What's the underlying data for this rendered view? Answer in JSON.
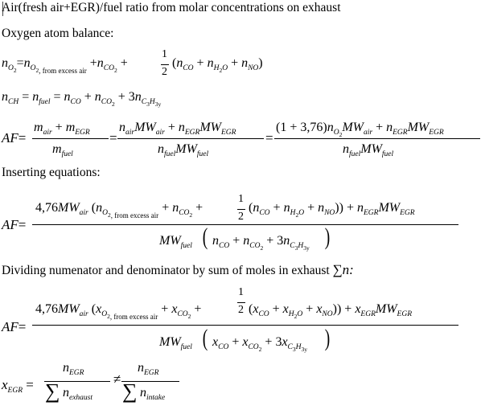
{
  "doc": {
    "title": "Air(fresh air+EGR)/fuel ratio from molar concentrations on exhaust",
    "section_oxygen": "Oxygen atom balance:",
    "section_inserting": "Inserting equations:",
    "section_dividing": "Dividing numenator and denominator by sum of moles in exhaust",
    "dividing_symbol": "∑n:"
  },
  "eq": {
    "n": "n",
    "O2_sub": "O",
    "two": "2",
    "excess_label": ", from excess air",
    "CO": "CO",
    "CO2": "CO",
    "H2O_a": "H",
    "H2O_b": "O",
    "NO": "NO",
    "CH": "CH",
    "fuel": "fuel",
    "air": "air",
    "EGR": "EGR",
    "AF": "AF",
    "m": "m",
    "MW": "MW",
    "coef_1376": "(1 + 3,76)",
    "coef_476": "4,76",
    "three": "3",
    "C3H3y": "C",
    "C3H3y_a": "3",
    "C3H3y_b": "H",
    "C3H3y_c": "3y",
    "half_num": "1",
    "half_den": "2",
    "x": "x",
    "exhaust": "exhaust",
    "intake": "intake",
    "neq": "≠",
    "eq_sign": "=",
    "plus": "+",
    "sum": "∑"
  }
}
